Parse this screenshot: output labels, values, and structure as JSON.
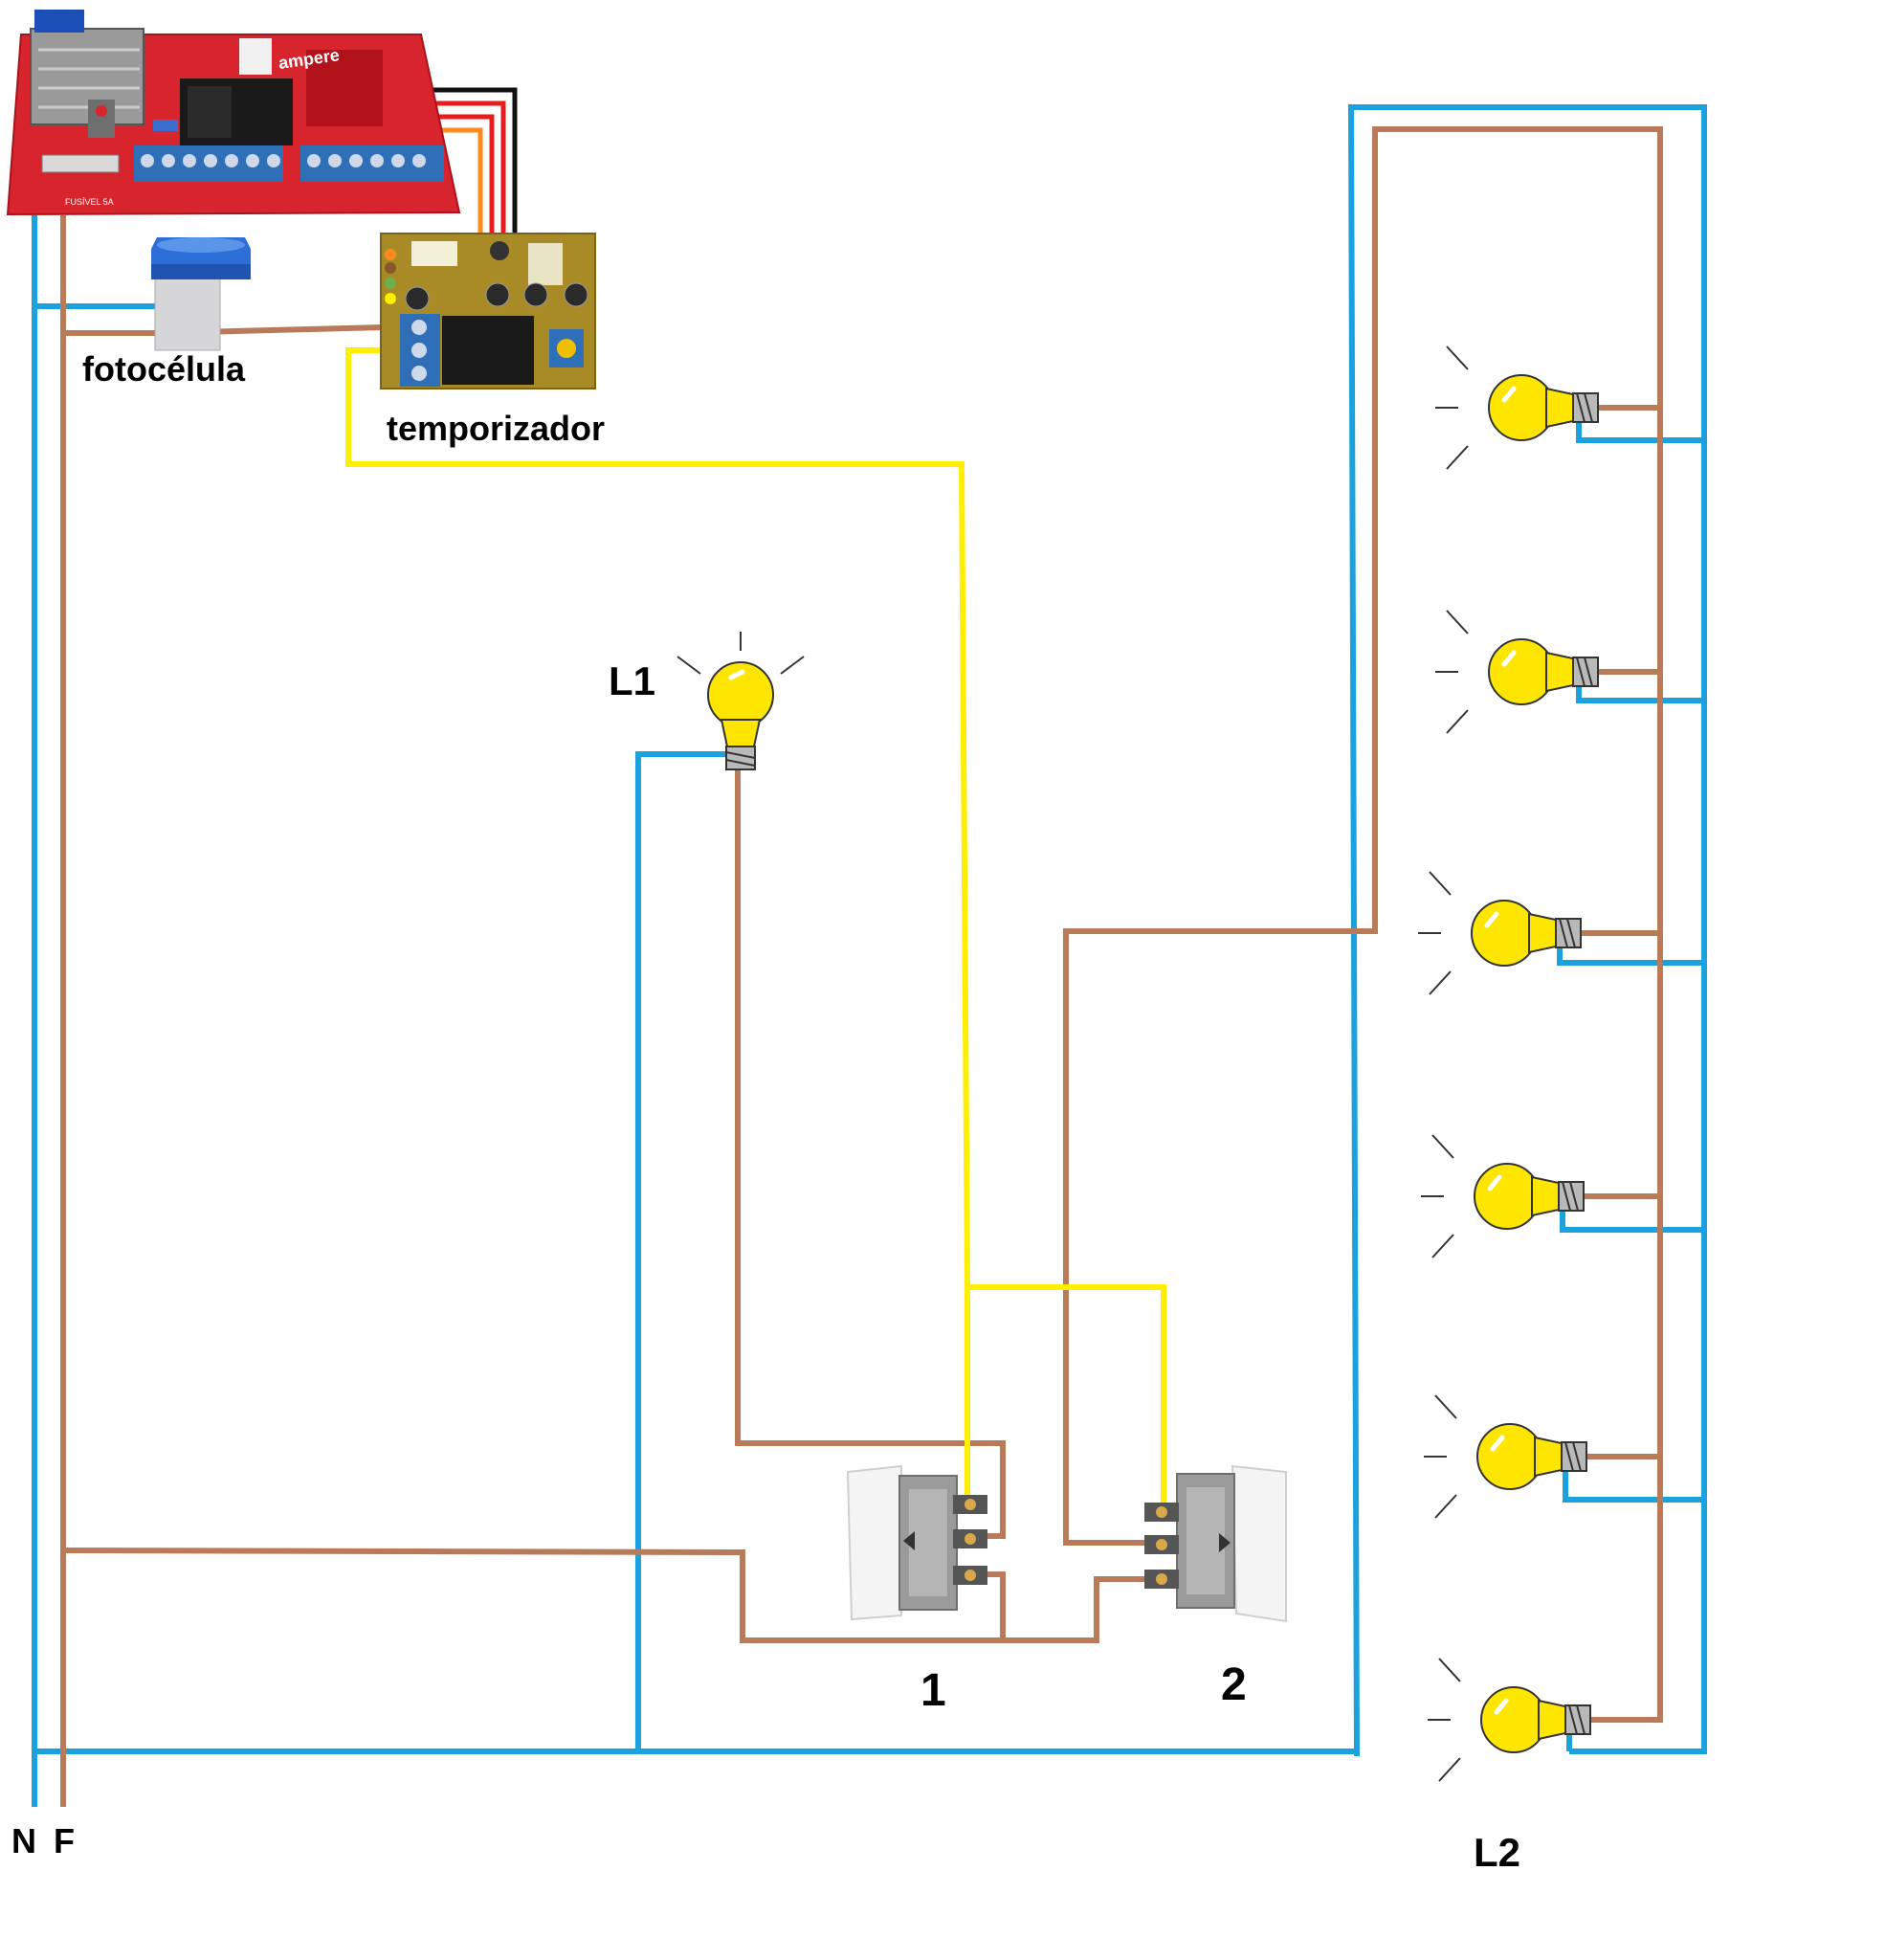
{
  "labels": {
    "photocell": "fotocélula",
    "timer": "temporizador",
    "lamp1": "L1",
    "lamp2": "L2",
    "switch1": "1",
    "switch2": "2",
    "neutral": "N",
    "phase": "F"
  },
  "board": {
    "brand": "ampere",
    "fuse": "FUSÍVEL 5A"
  },
  "colors": {
    "neutral_wire": "#1ba1dc",
    "phase_wire": "#b97a57",
    "control_wire": "#ffee00",
    "board": "#d8242c",
    "terminal": "#2e6fb7",
    "lamp": "#ffe600"
  }
}
